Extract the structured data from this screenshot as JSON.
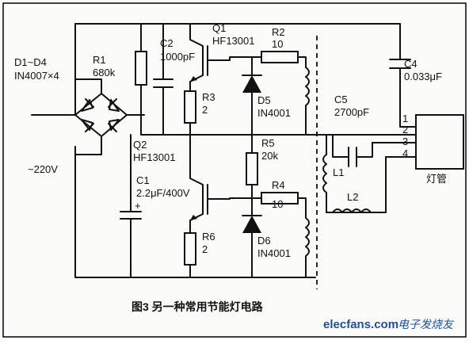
{
  "figure": {
    "caption": "图3  另一种常用节能灯电路",
    "watermark": "elecfans.com",
    "watermark_cn": "电子发烧友"
  },
  "labels": {
    "d1d4_name": "D1~D4",
    "d1d4_part": "IN4007×4",
    "mains": "~220V",
    "r1_name": "R1",
    "r1_val": "680k",
    "c2_name": "C2",
    "c2_val": "1000pF",
    "q1_name": "Q1",
    "q1_part": "HF13001",
    "r2_name": "R2",
    "r2_val": "10",
    "r3_name": "R3",
    "r3_val": "2",
    "d5_name": "D5",
    "d5_part": "IN4001",
    "c4_name": "C4",
    "c4_val": "0.033μF",
    "c5_name": "C5",
    "c5_val": "2700pF",
    "q2_name": "Q2",
    "q2_part": "HF13001",
    "r5_name": "R5",
    "r5_val": "20k",
    "r4_name": "R4",
    "r4_val": "10",
    "c1_name": "C1",
    "c1_val": "2.2μF/400V",
    "c1_plus": "+",
    "l1_name": "L1",
    "l2_name": "L2",
    "lamp_name": "灯管",
    "pin1": "1",
    "pin2": "2",
    "pin3": "3",
    "pin4": "4",
    "r6_name": "R6",
    "r6_val": "2",
    "d6_name": "D6",
    "d6_part": "IN4001"
  }
}
